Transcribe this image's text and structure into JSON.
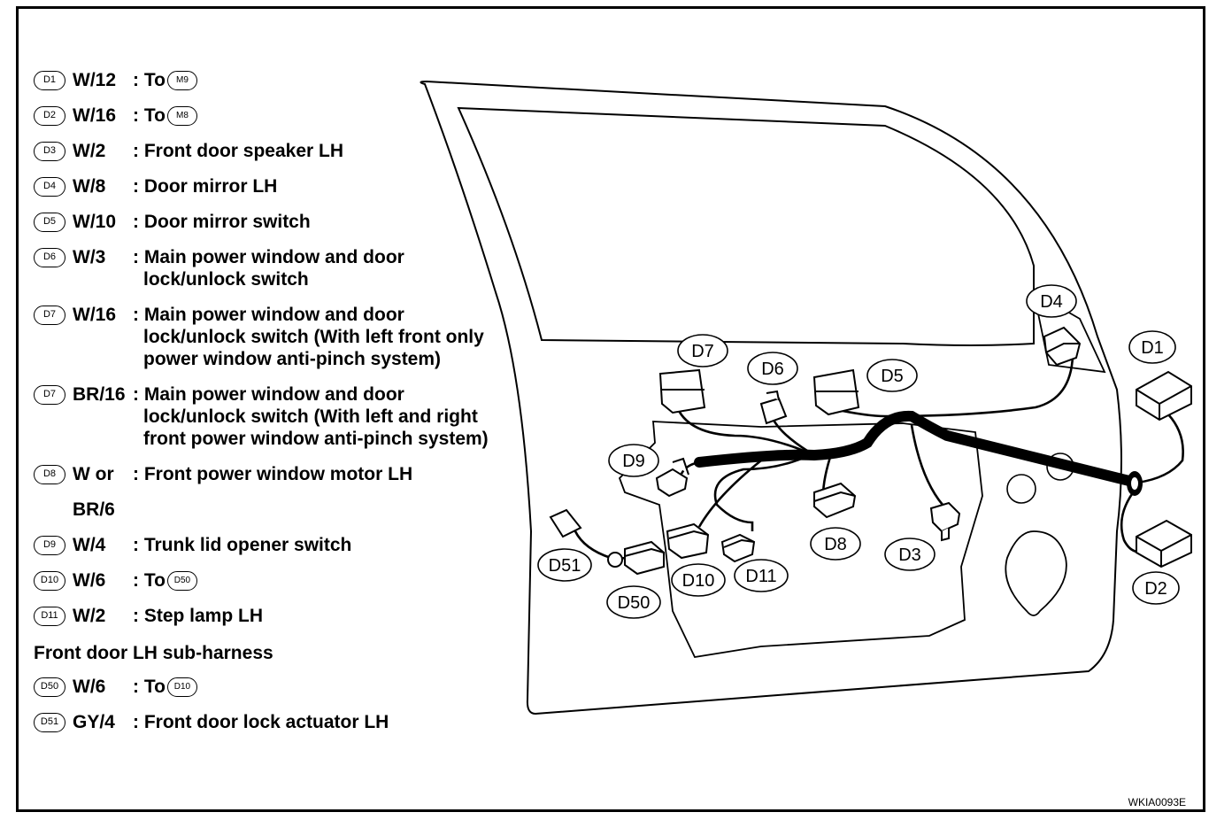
{
  "legend": [
    {
      "id": "D1",
      "wire": "W/12",
      "desc": [
        ": To"
      ],
      "to_badge": "M9"
    },
    {
      "id": "D2",
      "wire": "W/16",
      "desc": [
        ": To"
      ],
      "to_badge": "M8"
    },
    {
      "id": "D3",
      "wire": "W/2",
      "desc": [
        ": Front door speaker LH"
      ]
    },
    {
      "id": "D4",
      "wire": "W/8",
      "desc": [
        ": Door mirror LH"
      ]
    },
    {
      "id": "D5",
      "wire": "W/10",
      "desc": [
        ": Door mirror switch"
      ]
    },
    {
      "id": "D6",
      "wire": "W/3",
      "desc": [
        ": Main power window and door",
        "lock/unlock switch"
      ]
    },
    {
      "id": "D7",
      "wire": "W/16",
      "desc": [
        ": Main power window and door",
        "lock/unlock switch (With left front only",
        "power window anti-pinch system)"
      ]
    },
    {
      "id": "D7",
      "wire": "BR/16",
      "desc": [
        ": Main power window and door",
        "lock/unlock switch (With left and right",
        "front power window anti-pinch system)"
      ]
    },
    {
      "id": "D8",
      "wire": "W or",
      "wire2": "BR/6",
      "desc": [
        ": Front power window motor LH"
      ]
    },
    {
      "id": "D9",
      "wire": "W/4",
      "desc": [
        ": Trunk lid opener switch"
      ]
    },
    {
      "id": "D10",
      "wire": "W/6",
      "desc": [
        ": To"
      ],
      "to_badge": "D50"
    },
    {
      "id": "D11",
      "wire": "W/2",
      "desc": [
        ": Step lamp LH"
      ]
    }
  ],
  "subharness_title": "Front door LH sub-harness",
  "subharness": [
    {
      "id": "D50",
      "wire": "W/6",
      "desc": [
        ": To"
      ],
      "to_badge": "D10"
    },
    {
      "id": "D51",
      "wire": "GY/4",
      "desc": [
        ": Front door lock actuator LH"
      ]
    }
  ],
  "connector_labels": {
    "D1": "D1",
    "D2": "D2",
    "D3": "D3",
    "D4": "D4",
    "D5": "D5",
    "D6": "D6",
    "D7": "D7",
    "D8": "D8",
    "D9": "D9",
    "D10": "D10",
    "D11": "D11",
    "D50": "D50",
    "D51": "D51"
  },
  "figure_code": "WKIA0093E"
}
